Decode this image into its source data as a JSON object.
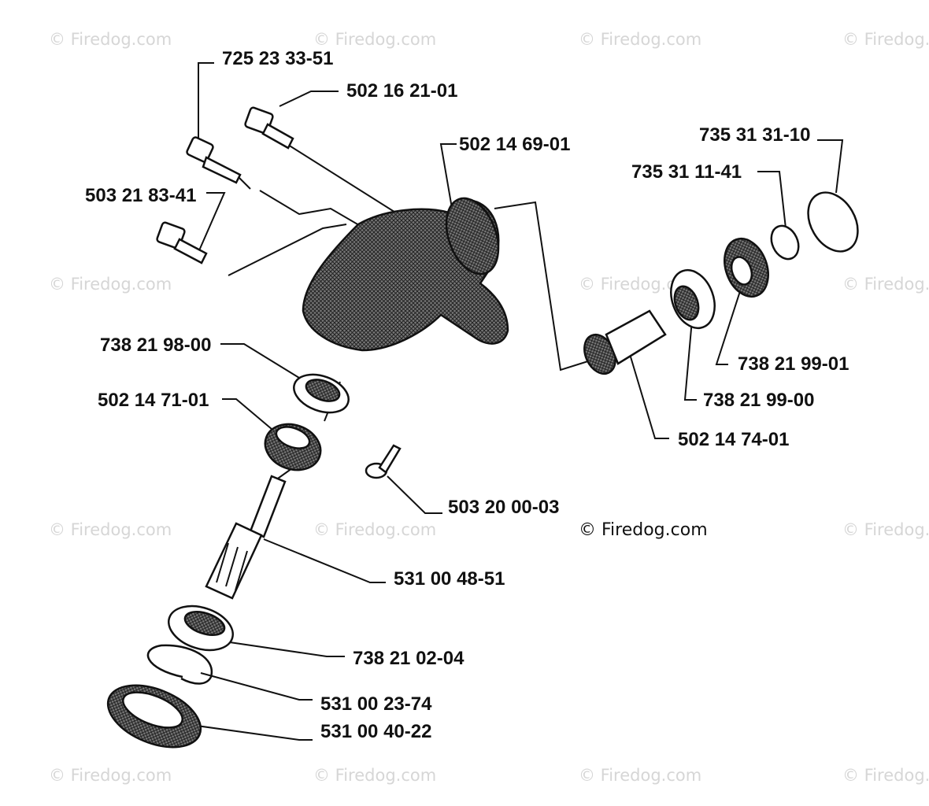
{
  "watermark": "© Firedog.com",
  "copyright": "© Firedog.com",
  "parts": [
    {
      "id": "p1",
      "label": "725 23 33-51"
    },
    {
      "id": "p2",
      "label": "502 16 21-01"
    },
    {
      "id": "p3",
      "label": "502 14 69-01"
    },
    {
      "id": "p4",
      "label": "735 31 31-10"
    },
    {
      "id": "p5",
      "label": "735 31 11-41"
    },
    {
      "id": "p6",
      "label": "503 21 83-41"
    },
    {
      "id": "p7",
      "label": "738 21 99-01"
    },
    {
      "id": "p8",
      "label": "738 21 98-00"
    },
    {
      "id": "p9",
      "label": "738 21 99-00"
    },
    {
      "id": "p10",
      "label": "502 14 71-01"
    },
    {
      "id": "p11",
      "label": "502 14 74-01"
    },
    {
      "id": "p12",
      "label": "503 20 00-03"
    },
    {
      "id": "p13",
      "label": "531 00 48-51"
    },
    {
      "id": "p14",
      "label": "738 21 02-04"
    },
    {
      "id": "p15",
      "label": "531 00 23-74"
    },
    {
      "id": "p16",
      "label": "531 00 40-22"
    }
  ]
}
